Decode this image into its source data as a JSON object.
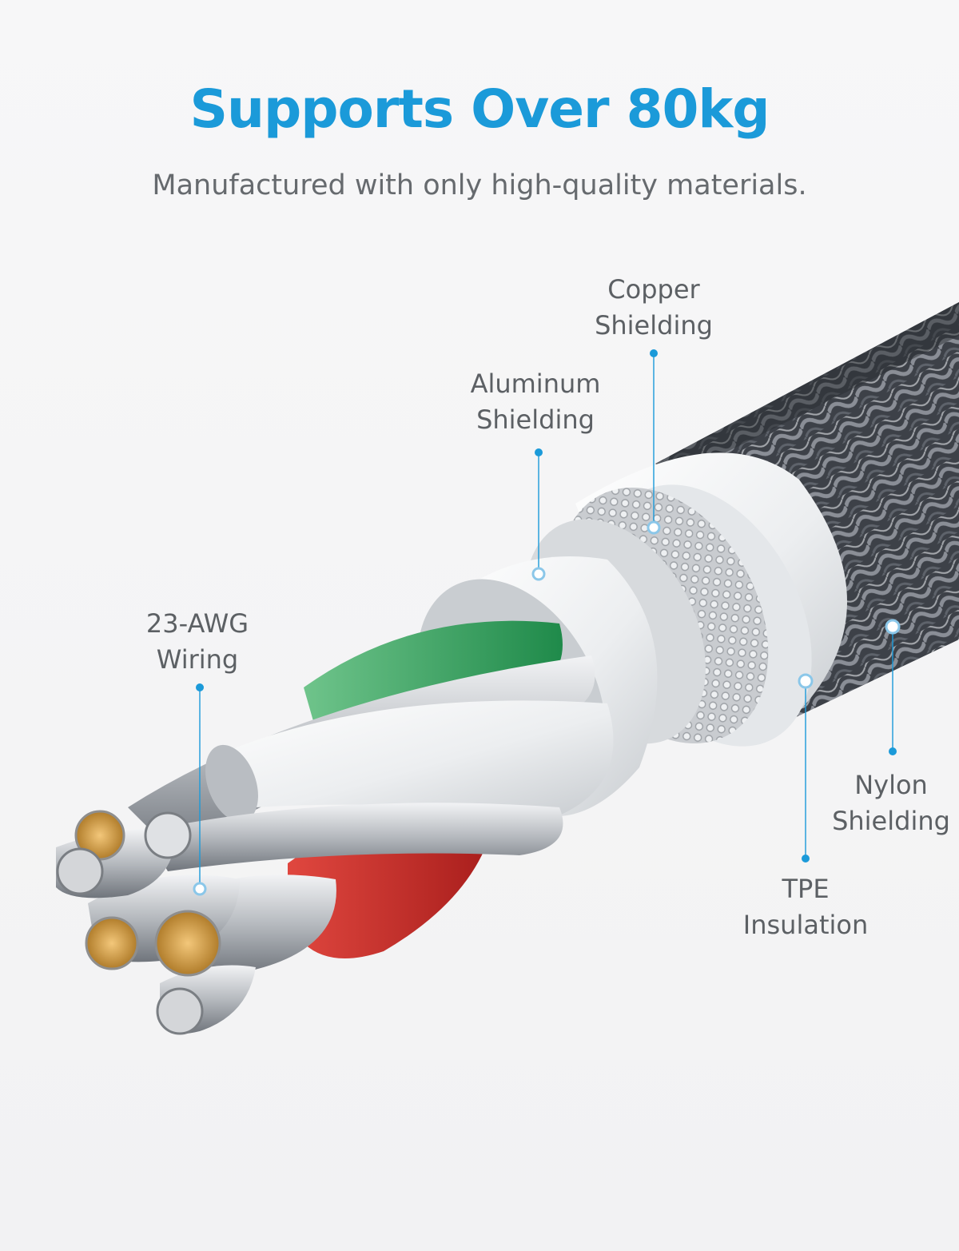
{
  "headline": "Supports Over 80kg",
  "subheadline": "Manufactured with only high-quality materials.",
  "accent_color": "#1b9ad9",
  "callouts": {
    "copper": {
      "line1": "Copper",
      "line2": "Shielding"
    },
    "aluminum": {
      "line1": "Aluminum",
      "line2": "Shielding"
    },
    "wiring": {
      "line1": "23-AWG",
      "line2": "Wiring"
    },
    "nylon": {
      "line1": "Nylon",
      "line2": "Shielding"
    },
    "tpe": {
      "line1": "TPE",
      "line2": "Insulation"
    }
  }
}
